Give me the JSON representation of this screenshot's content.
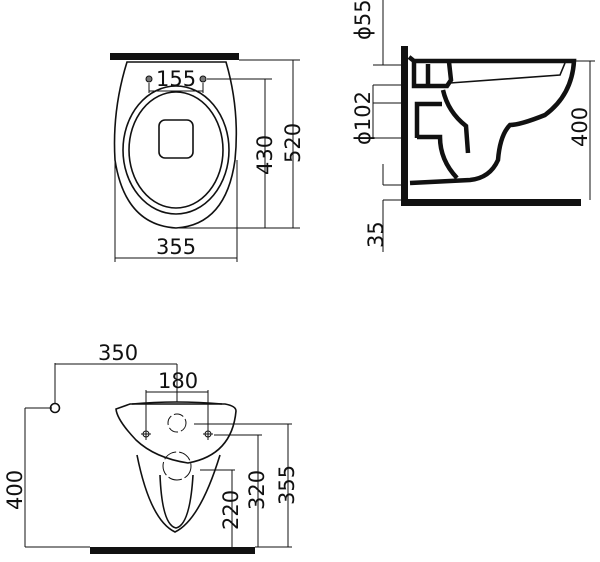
{
  "drawing": {
    "title": "Wall-hung toilet technical drawing",
    "line_color": "#111111",
    "background": "#ffffff"
  },
  "top_view": {
    "dims": {
      "bolt_spacing": "155",
      "bowl_length": "430",
      "overall_length": "520",
      "width": "355"
    }
  },
  "side_view": {
    "dims": {
      "inlet_diameter": "ϕ55",
      "outlet_diameter": "ϕ102",
      "floor_offset": "35",
      "height": "400"
    }
  },
  "front_view": {
    "dims": {
      "inlet_offset": "350",
      "bolt_spacing": "180",
      "inlet_height": "400",
      "outlet_height": "220",
      "bolt_height": "320",
      "inlet_center_height": "355"
    }
  }
}
